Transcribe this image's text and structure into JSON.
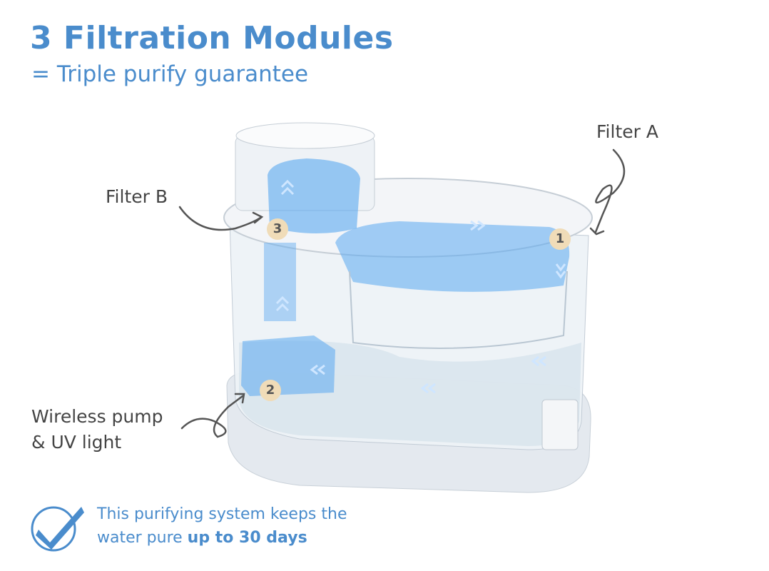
{
  "header": {
    "title": "3 Filtration Modules",
    "subtitle": "= Triple purify guarantee"
  },
  "labels": {
    "filter_a": "Filter A",
    "filter_b": "Filter B",
    "pump_line1": "Wireless pump",
    "pump_line2": "& UV light"
  },
  "badges": [
    "1",
    "2",
    "3"
  ],
  "footer": {
    "text": "This purifying system keeps the",
    "text2": "water pure ",
    "highlight": "up to 30 days"
  },
  "colors": {
    "accent": "#4a8ccc",
    "badge": "#f0dcb8",
    "filter_blue": "#5aa8f0"
  }
}
